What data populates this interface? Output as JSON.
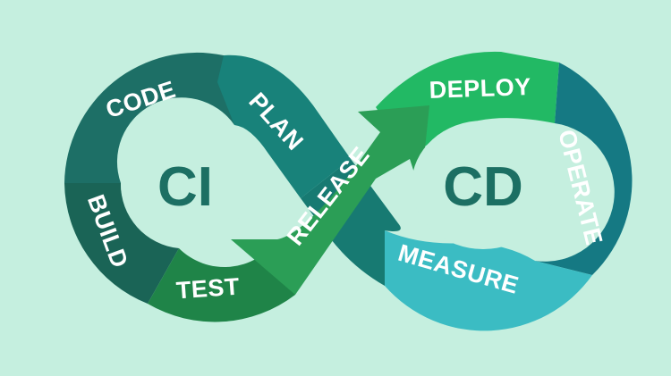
{
  "hubs": {
    "ci": {
      "label": "CI",
      "color": "#1c6f63"
    },
    "cd": {
      "label": "CD",
      "color": "#1c6f63"
    }
  },
  "stages": {
    "code": {
      "label": "CODE",
      "color": "#1d6f66"
    },
    "build": {
      "label": "BUILD",
      "color": "#1a6456"
    },
    "test": {
      "label": "TEST",
      "color": "#1f8448"
    },
    "plan": {
      "label": "PLAN",
      "color": "#18827a"
    },
    "release": {
      "label": "RELEASE",
      "color": "#2b9e56"
    },
    "deploy": {
      "label": "DEPLOY",
      "color": "#22b964"
    },
    "operate": {
      "label": "OPERATE",
      "color": "#157983"
    },
    "measure": {
      "label": "MEASURE",
      "color": "#3bbcc3"
    }
  },
  "colors": {
    "background": "#c5efdf",
    "center_fill": "#c5efdf",
    "crossover_under": "#177a72"
  }
}
